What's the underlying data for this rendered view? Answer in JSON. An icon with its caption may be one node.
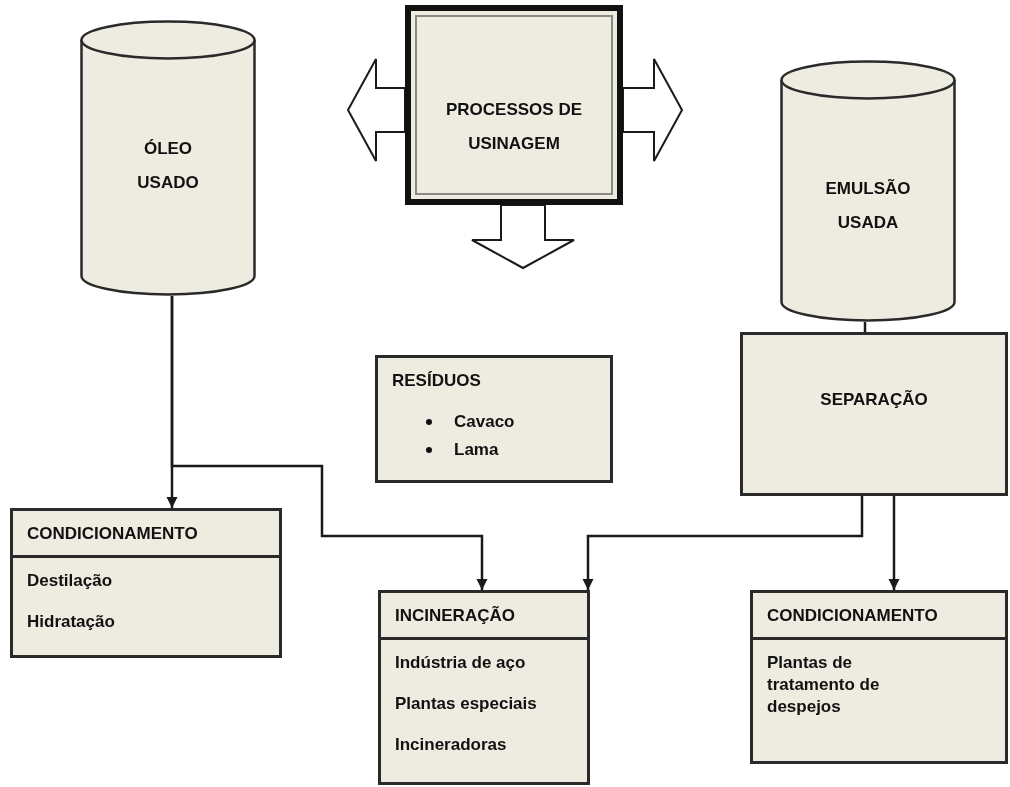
{
  "diagram": {
    "nodes": [
      {
        "text": [
          "ÓLEO USADO"
        ]
      },
      {
        "text": [
          "PROCESSOS DE USINAGEM"
        ]
      },
      {
        "text": [
          "EMULSÃO USADA"
        ]
      },
      {
        "text": [
          "RESÍDUOS",
          "Cavaco",
          "Lama"
        ]
      },
      {
        "text": [
          "SEPARAÇÃO"
        ]
      },
      {
        "text": [
          "CONDICIONAMENTO",
          "Destilação",
          "Hidratação"
        ]
      },
      {
        "text": [
          "INCINERAÇÃO",
          "Indústria de aço",
          "Plantas especiais",
          "Incineradoras"
        ]
      },
      {
        "text": [
          "CONDICIONAMENTO",
          "Plantas de tratamento de despejos"
        ]
      }
    ],
    "edges": [
      {
        "from": 1,
        "to": null,
        "arrow": "to",
        "style": "thick"
      },
      {
        "from": 1,
        "to": null,
        "arrow": "to",
        "style": "thick"
      },
      {
        "from": 1,
        "to": null,
        "arrow": "to",
        "style": "thick"
      },
      {
        "from": 0,
        "to": 5,
        "arrow": "to"
      },
      {
        "from": 0,
        "to": 6,
        "arrow": "to"
      },
      {
        "from": 2,
        "to": 4,
        "arrow": "none"
      },
      {
        "from": 4,
        "to": 6,
        "arrow": "to"
      },
      {
        "from": 4,
        "to": 7,
        "arrow": "to"
      }
    ]
  }
}
